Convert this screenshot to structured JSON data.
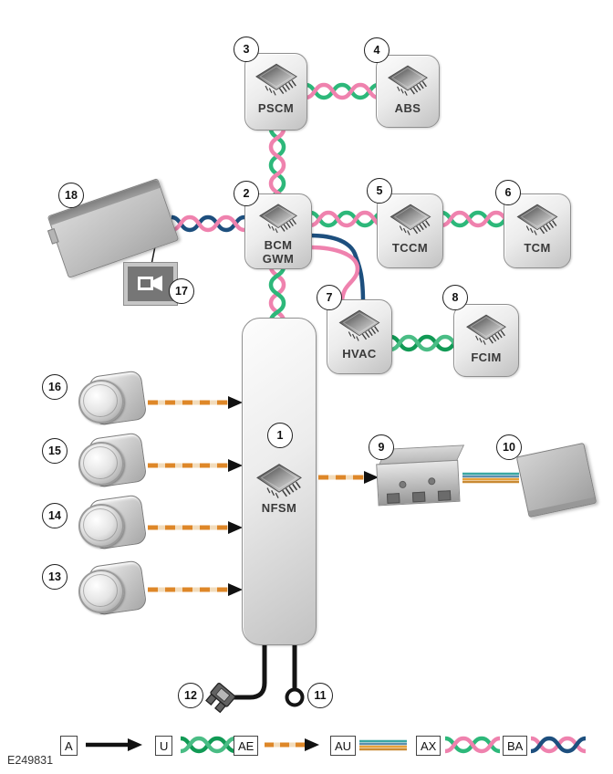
{
  "figure_id": "E249831",
  "colors": {
    "pink": "#ef82ae",
    "green": "#2db87a",
    "green_dark": "#119a55",
    "green_light": "#4abd85",
    "navy": "#1d4f7e",
    "orange": "#de8728",
    "orange_pale": "#f2dcbc",
    "teal": "#3aa7a2",
    "steel": "#5b8fb0",
    "orange_light": "#e8a13a",
    "amber": "#c98a33",
    "black": "#111111"
  },
  "modules": {
    "nfsm": {
      "callout": "1",
      "label": "NFSM"
    },
    "bcm": {
      "callout": "2",
      "label_line1": "BCM",
      "label_line2": "GWM"
    },
    "pscm": {
      "callout": "3",
      "label": "PSCM"
    },
    "abs": {
      "callout": "4",
      "label": "ABS"
    },
    "tccm": {
      "callout": "5",
      "label": "TCCM"
    },
    "tcm": {
      "callout": "6",
      "label": "TCM"
    },
    "hvac": {
      "callout": "7",
      "label": "HVAC"
    },
    "fcim": {
      "callout": "8",
      "label": "FCIM"
    }
  },
  "devices": {
    "amplifier": {
      "callout": "9"
    },
    "speaker": {
      "callout": "10"
    },
    "ground": {
      "callout": "11"
    },
    "fuse": {
      "callout": "12"
    },
    "mic4": {
      "callout": "13"
    },
    "mic3": {
      "callout": "14"
    },
    "mic2": {
      "callout": "15"
    },
    "mic1": {
      "callout": "16"
    },
    "camera": {
      "callout": "17"
    },
    "display": {
      "callout": "18"
    }
  },
  "legend": [
    {
      "code": "A",
      "type": "solid-arrow"
    },
    {
      "code": "U",
      "type": "twisted-pair",
      "colors": [
        "green_dark",
        "green_light"
      ]
    },
    {
      "code": "AE",
      "type": "dashed-arrow",
      "colors": [
        "orange"
      ]
    },
    {
      "code": "AU",
      "type": "striped-cable",
      "colors": [
        "teal",
        "steel",
        "orange_light",
        "amber"
      ]
    },
    {
      "code": "AX",
      "type": "twisted-pair",
      "colors": [
        "green",
        "pink"
      ]
    },
    {
      "code": "BA",
      "type": "twisted-pair",
      "colors": [
        "pink",
        "navy"
      ]
    }
  ]
}
